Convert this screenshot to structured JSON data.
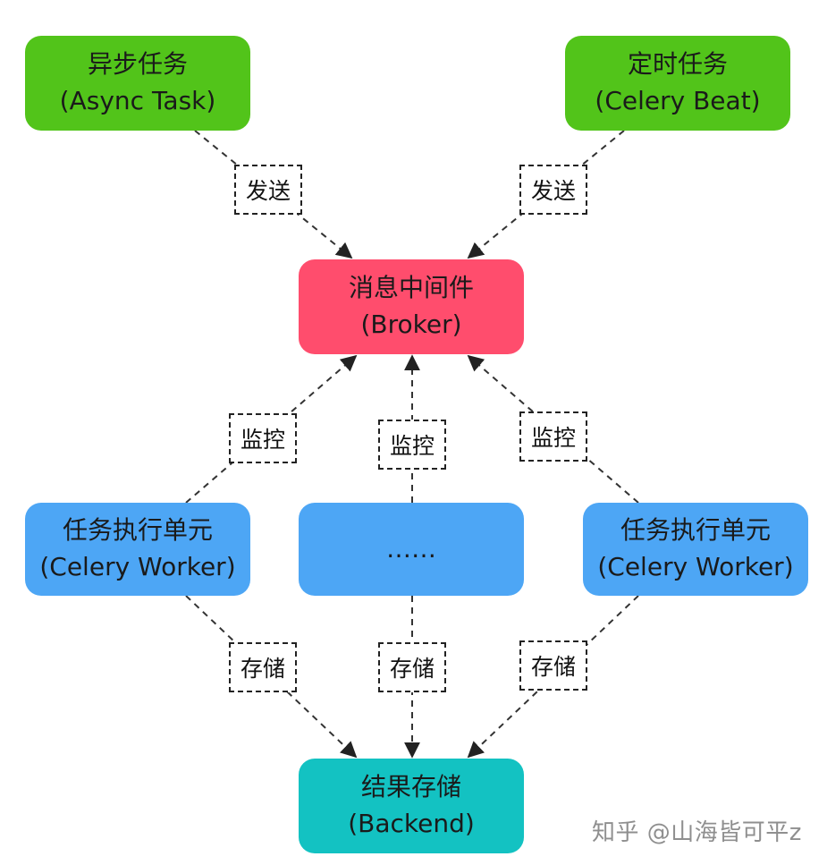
{
  "colors": {
    "green": "#52c41a",
    "red": "#ff4d6d",
    "blue": "#4da6f5",
    "teal": "#13c2c2",
    "line": "#333333"
  },
  "nodes": {
    "async_task": {
      "line1": "异步任务",
      "line2": "(Async Task)"
    },
    "celery_beat": {
      "line1": "定时任务",
      "line2": "(Celery Beat)"
    },
    "broker": {
      "line1": "消息中间件",
      "line2": "(Broker)"
    },
    "worker_left": {
      "line1": "任务执行单元",
      "line2": "(Celery Worker)"
    },
    "worker_middle": {
      "line1": "……"
    },
    "worker_right": {
      "line1": "任务执行单元",
      "line2": "(Celery Worker)"
    },
    "backend": {
      "line1": "结果存储",
      "line2": "(Backend)"
    }
  },
  "edge_labels": {
    "send_left": "发送",
    "send_right": "发送",
    "monitor_left": "监控",
    "monitor_middle": "监控",
    "monitor_right": "监控",
    "store_left": "存储",
    "store_middle": "存储",
    "store_right": "存储"
  },
  "watermark": "知乎 @山海皆可平z"
}
